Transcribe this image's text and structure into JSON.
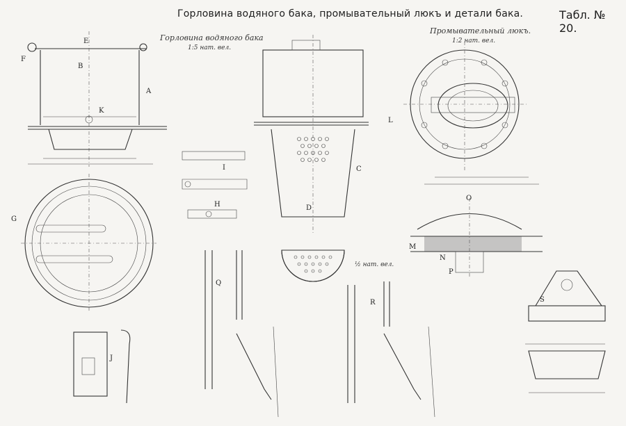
{
  "header": {
    "title": "Горловина водяного бака, промывательный люкъ и детали бака.",
    "table_number": "Табл. № 20."
  },
  "captions": {
    "tank_neck": "Горловина водяного бака",
    "tank_neck_scale": "1:5 нат. вел.",
    "wash_hatch": "Промывательный люкъ.",
    "wash_hatch_scale": "1:2 нат. вел.",
    "half_scale": "½ нат. вел."
  },
  "detail_labels": [
    "A",
    "B",
    "C",
    "D",
    "E",
    "F",
    "G",
    "H",
    "I",
    "J",
    "K",
    "L",
    "M",
    "N",
    "O",
    "P",
    "Q",
    "R",
    "S"
  ],
  "colors": {
    "ink": "#2a2a2a",
    "paper": "#f6f5f2"
  }
}
